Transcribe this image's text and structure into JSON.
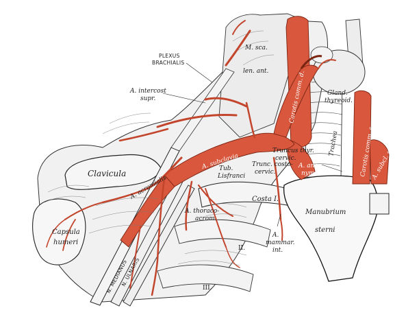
{
  "image": {
    "kind": "anatomical engraving",
    "colors": {
      "artery": "#d8573d",
      "artery_dark": "#8c2a17",
      "tissue": "#efefef",
      "line": "#2a2a2a",
      "background": "#ffffff"
    }
  },
  "labels": {
    "plexus_line1": "PLEXUS",
    "plexus_line2": "BRACHIALIS",
    "a_intercost_1": "A. intercost",
    "a_intercost_2": "supr.",
    "m_sca": "M. sca.",
    "m_sca_len": "len. ant.",
    "carotis_comm_d": "Carotis comm. d.",
    "gland_1": "Gland.",
    "gland_2": "thyreoid.",
    "clavicula": "Clavicula",
    "a_acromial": "A. acromialis",
    "a_subclavia": "A. subclavia",
    "truncus_thyr": "Truncus thyr.",
    "truncus_thyr_2": "cervic.",
    "truncus_costo": "Trunc. costo-",
    "truncus_costo_2": "cervic.",
    "trachea": "Trachea",
    "carotis_comm_s": "Carotis comm. s.",
    "a_anonyma": "A. ano-",
    "a_anonyma_2": "nyma",
    "subclavia_s": "A. subcl. s.",
    "tub_1": "Tub.",
    "tub_2": "Lisfranci",
    "a_thoracoacrom_1": "A. thoraco-",
    "a_thoracoacrom_2": "acrom.",
    "costa_i": "Costa I.",
    "manubrium_1": "Manubrium",
    "manubrium_2": "sterni",
    "capsula_1": "Capsula",
    "capsula_2": "humeri",
    "a_mammar_1": "A.",
    "a_mammar_2": "mammar.",
    "a_mammar_3": "int.",
    "n_medianus": "N. MEDIANUS",
    "n_ulnaris": "N. ULNARIS",
    "roman_ii": "II.",
    "roman_iii": "III."
  }
}
